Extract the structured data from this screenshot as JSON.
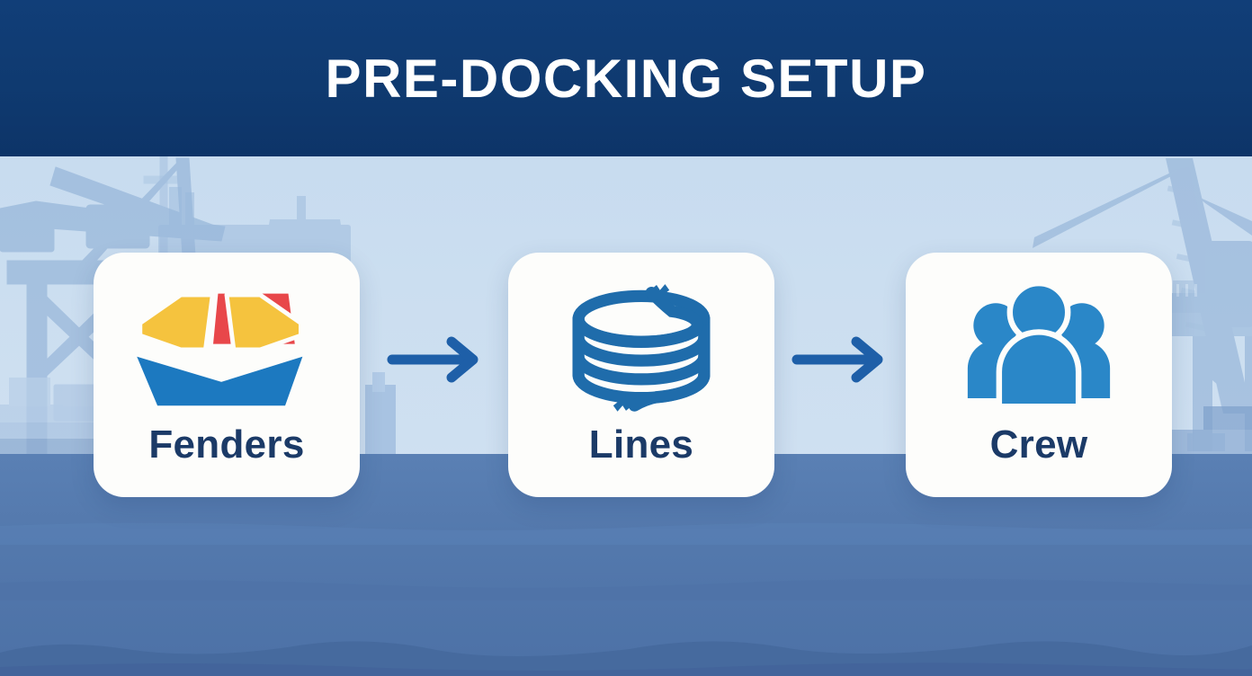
{
  "header": {
    "title": "PRE-DOCKING SETUP",
    "background_color": "#0f3a70",
    "text_color": "#ffffff"
  },
  "scene": {
    "sky_color": "#c9dcef",
    "sea_color": "#5479ad",
    "sea_wave_color": "#45689c",
    "crane_color": "#9fbcdd",
    "ship_color": "#a7c2e0",
    "left_crane_label": "port-gantry-crane-left",
    "right_crane_label": "port-gantry-crane-right"
  },
  "cards": [
    {
      "id": "fenders",
      "label": "Fenders",
      "icon": "ship-fenders-icon",
      "icon_colors": {
        "hull": "#1c79c0",
        "center_block": "#e8474a",
        "side_block": "#f5c33e"
      }
    },
    {
      "id": "lines",
      "label": "Lines",
      "icon": "coiled-mooring-rope-icon",
      "icon_colors": {
        "rope": "#1f6cab"
      }
    },
    {
      "id": "crew",
      "label": "Crew",
      "icon": "crew-group-people-icon",
      "icon_colors": {
        "people": "#2a87c8"
      }
    }
  ],
  "connectors": [
    {
      "id": "arrow-1",
      "icon": "arrow-right-icon",
      "color": "#1e5fa8",
      "from": "fenders",
      "to": "lines"
    },
    {
      "id": "arrow-2",
      "icon": "arrow-right-icon",
      "color": "#1e5fa8",
      "from": "lines",
      "to": "crew"
    }
  ],
  "card_style": {
    "background_color": "#fdfdfb",
    "label_color": "#1b3a67"
  }
}
